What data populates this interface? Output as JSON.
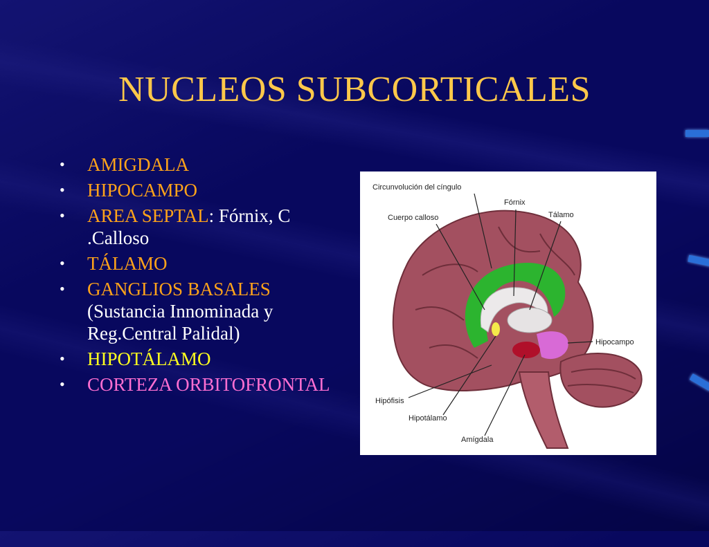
{
  "slide": {
    "title": "NUCLEOS SUBCORTICALES",
    "bullets": [
      {
        "main": "AMIGDALA",
        "main_color": "#ffa31a"
      },
      {
        "main": "HIPOCAMPO",
        "main_color": "#ffa31a"
      },
      {
        "main": "AREA SEPTAL",
        "suffix": ":",
        "detail": "Fórnix, C .Calloso",
        "main_color": "#ffa31a"
      },
      {
        "main": "TÁLAMO",
        "main_color": "#ffa31a"
      },
      {
        "main": "GANGLIOS BASALES",
        "detail": "(Sustancia Innominada y Reg.Central Palidal)",
        "main_color": "#ffa31a"
      },
      {
        "main": "HIPOTÁLAMO",
        "main_color": "#ffff1e"
      },
      {
        "main": "CORTEZA ORBITOFRONTAL",
        "main_color": "#ff6fd2"
      }
    ],
    "bullet_glyph": "•",
    "colors": {
      "background": "#08085e",
      "title": "#ffc84a",
      "accent_marks": "#2a6fd8"
    }
  },
  "figure": {
    "labels": {
      "cingulo": "Circunvolución del cíngulo",
      "fornix": "Fórnix",
      "calloso": "Cuerpo calloso",
      "talamo": "Tálamo",
      "hipocampo": "Hipocampo",
      "hipofisis": "Hipófisis",
      "hipotalamo": "Hipotálamo",
      "amigdala": "Amígdala"
    }
  }
}
